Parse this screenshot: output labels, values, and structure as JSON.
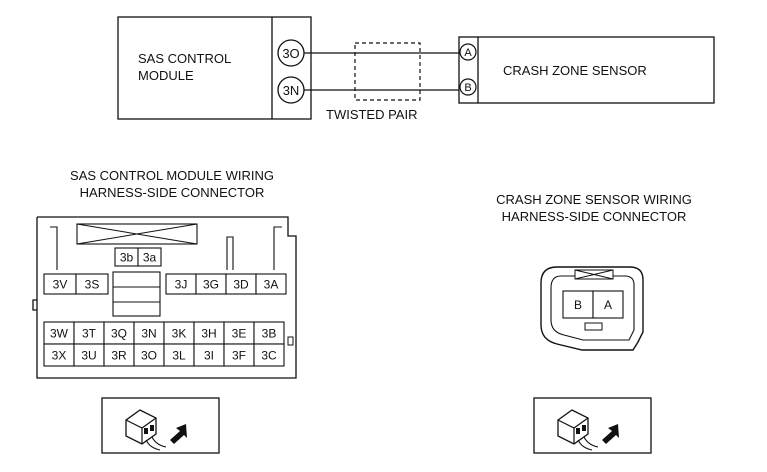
{
  "wiring": {
    "module_line1": "SAS CONTROL",
    "module_line2": "MODULE",
    "pin_top": "3O",
    "pin_bottom": "3N",
    "sensor_label": "CRASH ZONE SENSOR",
    "sensor_pin_a": "A",
    "sensor_pin_b": "B",
    "twisted_pair": "TWISTED PAIR"
  },
  "left_connector": {
    "title_line1": "SAS CONTROL MODULE WIRING",
    "title_line2": "HARNESS-SIDE CONNECTOR",
    "top_pins": [
      "3b",
      "3a"
    ],
    "row1_left": [
      "3V",
      "3S"
    ],
    "row1_right": [
      "3J",
      "3G",
      "3D",
      "3A"
    ],
    "row2": [
      "3W",
      "3T",
      "3Q",
      "3N",
      "3K",
      "3H",
      "3E",
      "3B"
    ],
    "row3": [
      "3X",
      "3U",
      "3R",
      "3O",
      "3L",
      "3I",
      "3F",
      "3C"
    ]
  },
  "right_connector": {
    "title_line1": "CRASH ZONE SENSOR WIRING",
    "title_line2": "HARNESS-SIDE CONNECTOR",
    "pins": [
      "B",
      "A"
    ]
  },
  "icons": [
    "harness-connector-view-icon",
    "harness-connector-view-icon"
  ]
}
